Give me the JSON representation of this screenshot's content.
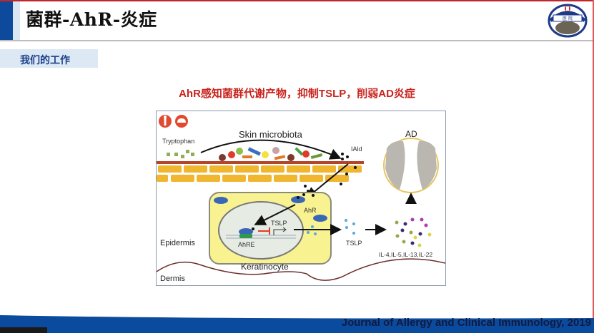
{
  "slide": {
    "title": "菌群-AhR-炎症",
    "section_tab": "我们的工作",
    "subtitle": "AhR感知菌群代谢产物，抑制TSLP，削弱AD炎症",
    "citation": "Journal of Allergy and Clinical Immunology, 2019",
    "logo": "hospital-logo",
    "colors": {
      "brand_blue": "#0d4a9b",
      "accent_red": "#c8241e",
      "tab_bg": "#dce8f4"
    }
  },
  "figure": {
    "labels": {
      "tryptophan": "Tryptophan",
      "skin_microbiota": "Skin microbiota",
      "iald": "IAld",
      "ad": "AD",
      "ahr": "AhR",
      "tslp_gene": "TSLP",
      "ahre": "AhRE",
      "epidermis": "Epidermis",
      "keratinocyte": "Keratinocyte",
      "dermis": "Dermis",
      "tslp_secreted": "TSLP",
      "cytokines": "IL-4,IL-5,IL-13,IL-22"
    },
    "icons": [
      "person-icon",
      "cloud-icon"
    ]
  }
}
